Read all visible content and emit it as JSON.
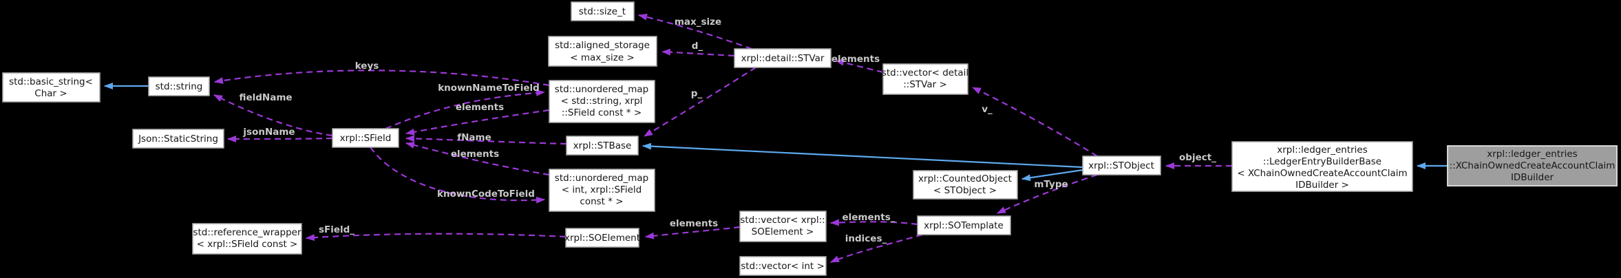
{
  "diagram": {
    "title": "Collaboration graph for xrpl::ledger_entries::XChainOwnedCreateAccountClaimIDBuilder",
    "background": "#000000",
    "colors": {
      "node_fill": "#ffffff",
      "node_border": "#a8a8a8",
      "node_text": "#161616",
      "highlight_fill": "#9e9e9e",
      "highlight_border": "#e2e2e2",
      "usage_edge": "#9c38d8",
      "inheritance_edge": "#5da9ef",
      "edge_label_text": "#c9c9c9"
    },
    "nodes": {
      "basic_string": {
        "lines": [
          "std::basic_string<",
          "Char >"
        ]
      },
      "std_string": {
        "lines": [
          "std::string"
        ]
      },
      "static_string": {
        "lines": [
          "Json::StaticString"
        ]
      },
      "sfield": {
        "lines": [
          "xrpl::SField"
        ]
      },
      "size_t": {
        "lines": [
          "std::size_t"
        ]
      },
      "aligned_storage": {
        "lines": [
          "std::aligned_storage",
          "< max_size >"
        ]
      },
      "umap_string": {
        "lines": [
          "std::unordered_map",
          "< std::string, xrpl",
          "::SField const * >"
        ]
      },
      "stbase": {
        "lines": [
          "xrpl::STBase"
        ]
      },
      "umap_int": {
        "lines": [
          "std::unordered_map",
          "< int, xrpl::SField",
          "const * >"
        ]
      },
      "soelement": {
        "lines": [
          "xrpl::SOElement"
        ]
      },
      "refwrap": {
        "lines": [
          "std::reference_wrapper",
          "< xrpl::SField const >"
        ]
      },
      "stvar": {
        "lines": [
          "xrpl::detail::STVar"
        ]
      },
      "vec_stvar": {
        "lines": [
          "std::vector< detail",
          "::STVar >"
        ]
      },
      "vec_soelement": {
        "lines": [
          "std::vector< xrpl::",
          "SOElement >"
        ]
      },
      "vec_int": {
        "lines": [
          "std::vector< int >"
        ]
      },
      "sotemplate": {
        "lines": [
          "xrpl::SOTemplate"
        ]
      },
      "counted_object": {
        "lines": [
          "xrpl::CountedObject",
          "< STObject >"
        ]
      },
      "stobject": {
        "lines": [
          "xrpl::STObject"
        ]
      },
      "builder_base": {
        "lines": [
          "xrpl::ledger_entries",
          "::LedgerEntryBuilderBase",
          "< XChainOwnedCreateAccountClaim",
          "IDBuilder >"
        ]
      },
      "target": {
        "lines": [
          "xrpl::ledger_entries",
          "::XChainOwnedCreateAccountClaim",
          "IDBuilder"
        ]
      }
    },
    "edge_labels": {
      "keys": "keys",
      "field_name": "fieldName",
      "json_name": "jsonName",
      "known_name_to_field": "knownNameToField",
      "elements_map_string": "elements",
      "f_name": "fName",
      "elements_map_int": "elements",
      "known_code_to_field": "knownCodeToField",
      "s_field": "sField_",
      "elements_vec_soelement": "elements",
      "elements_sotemplate": "elements_",
      "indices_sotemplate": "indices_",
      "m_type": "mType",
      "v": "v_",
      "object": "object_",
      "max_size": "max_size",
      "d": "d_",
      "p": "p_",
      "elements_vec_stvar": "elements"
    }
  }
}
